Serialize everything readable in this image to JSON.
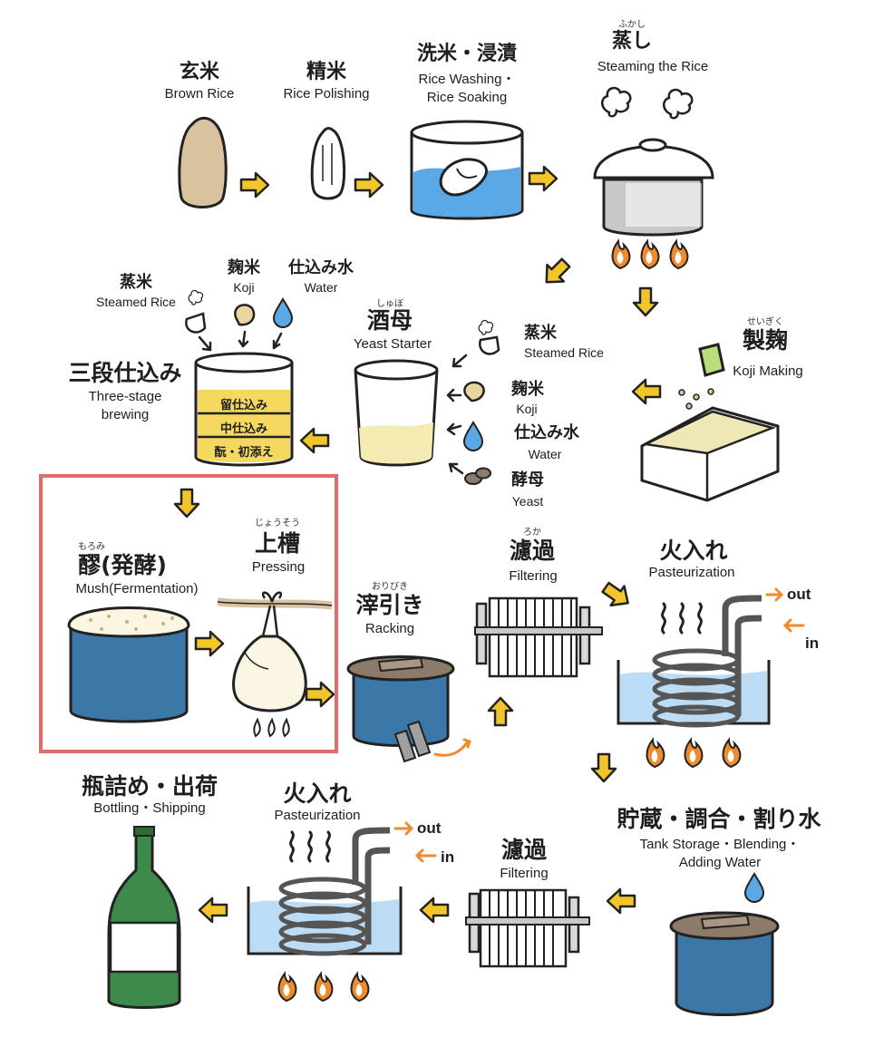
{
  "steps": {
    "brown_rice": {
      "jp": "玄米",
      "en": "Brown Rice"
    },
    "polishing": {
      "jp": "精米",
      "en": "Rice Polishing"
    },
    "washing": {
      "jp": "洗米・浸漬",
      "en1": "Rice Washing・",
      "en2": "Rice Soaking"
    },
    "steaming": {
      "furigana": "ふかし",
      "jp": "蒸し",
      "en": "Steaming the Rice"
    },
    "koji_making": {
      "furigana": "せいぎく",
      "jp": "製麹",
      "en": "Koji Making"
    },
    "yeast_starter": {
      "furigana": "しゅぼ",
      "jp": "酒母",
      "en": "Yeast Starter"
    },
    "three_stage": {
      "jp": "三段仕込み",
      "en1": "Three-stage",
      "en2": "brewing"
    },
    "mush": {
      "furigana": "もろみ",
      "jp": "醪(発酵)",
      "en": "Mush(Fermentation)"
    },
    "pressing": {
      "furigana": "じょうそう",
      "jp": "上槽",
      "en": "Pressing"
    },
    "racking": {
      "furigana": "おりびき",
      "jp": "滓引き",
      "en": "Racking"
    },
    "filtering1": {
      "furigana": "ろか",
      "jp": "濾過",
      "en": "Filtering"
    },
    "pasteurization1": {
      "jp": "火入れ",
      "en": "Pasteurization"
    },
    "storage": {
      "jp": "貯蔵・調合・割り水",
      "en1": "Tank Storage・Blending・",
      "en2": "Adding Water"
    },
    "filtering2": {
      "jp": "濾過",
      "en": "Filtering"
    },
    "pasteurization2": {
      "jp": "火入れ",
      "en": "Pasteurization"
    },
    "bottling": {
      "jp": "瓶詰め・出荷",
      "en": "Bottling・Shipping"
    }
  },
  "ingredients_top": {
    "steamed_rice": {
      "jp": "蒸米",
      "en": "Steamed Rice"
    },
    "koji": {
      "jp": "麹米",
      "en": "Koji"
    },
    "water": {
      "jp": "仕込み水",
      "en": "Water"
    }
  },
  "ingredients_starter": {
    "steamed_rice": {
      "jp": "蒸米",
      "en": "Steamed Rice"
    },
    "koji": {
      "jp": "麹米",
      "en": "Koji"
    },
    "water": {
      "jp": "仕込み水",
      "en": "Water"
    },
    "yeast": {
      "jp": "酵母",
      "en": "Yeast"
    }
  },
  "tank_layers": [
    "留仕込み",
    "中仕込み",
    "酛・初添え"
  ],
  "pipe_labels": {
    "out": "out",
    "in": "in"
  },
  "colors": {
    "arrow": "#f2c62b",
    "water": "#5aa9e6",
    "tank": "#3b78a8",
    "flame": "#f08a2a",
    "highlight": "#e66a66",
    "bottle": "#3e8a4a"
  }
}
